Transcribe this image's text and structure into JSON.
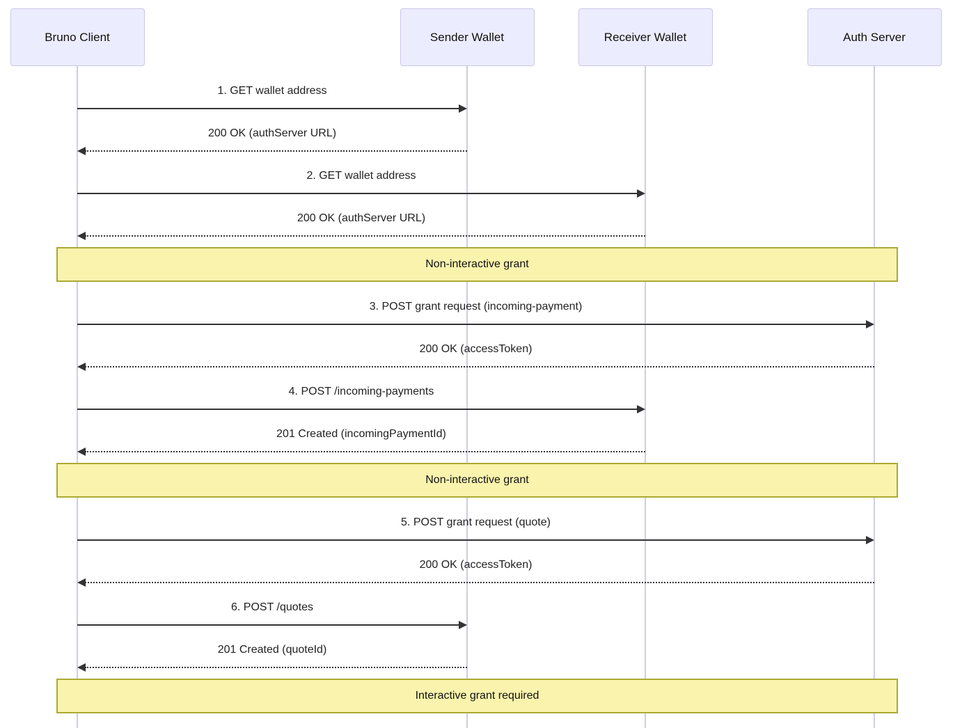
{
  "diagram": {
    "type": "sequence-diagram",
    "actors": [
      {
        "id": "bruno-client",
        "label": "Bruno Client"
      },
      {
        "id": "sender-wallet",
        "label": "Sender Wallet"
      },
      {
        "id": "receiver-wallet",
        "label": "Receiver Wallet"
      },
      {
        "id": "auth-server",
        "label": "Auth Server"
      }
    ],
    "items": [
      {
        "kind": "message",
        "from": 0,
        "to": 1,
        "style": "solid",
        "label": "1. GET wallet address"
      },
      {
        "kind": "message",
        "from": 1,
        "to": 0,
        "style": "dotted",
        "label": "200 OK (authServer URL)"
      },
      {
        "kind": "message",
        "from": 0,
        "to": 2,
        "style": "solid",
        "label": "2. GET wallet address"
      },
      {
        "kind": "message",
        "from": 2,
        "to": 0,
        "style": "dotted",
        "label": "200 OK (authServer URL)"
      },
      {
        "kind": "note",
        "label": "Non-interactive grant"
      },
      {
        "kind": "message",
        "from": 0,
        "to": 3,
        "style": "solid",
        "label": "3. POST grant request (incoming-payment)"
      },
      {
        "kind": "message",
        "from": 3,
        "to": 0,
        "style": "dotted",
        "label": "200 OK (accessToken)"
      },
      {
        "kind": "message",
        "from": 0,
        "to": 2,
        "style": "solid",
        "label": "4. POST /incoming-payments"
      },
      {
        "kind": "message",
        "from": 2,
        "to": 0,
        "style": "dotted",
        "label": "201 Created (incomingPaymentId)"
      },
      {
        "kind": "note",
        "label": "Non-interactive grant"
      },
      {
        "kind": "message",
        "from": 0,
        "to": 3,
        "style": "solid",
        "label": "5. POST grant request (quote)"
      },
      {
        "kind": "message",
        "from": 3,
        "to": 0,
        "style": "dotted",
        "label": "200 OK (accessToken)"
      },
      {
        "kind": "message",
        "from": 0,
        "to": 1,
        "style": "solid",
        "label": "6. POST /quotes"
      },
      {
        "kind": "message",
        "from": 1,
        "to": 0,
        "style": "dotted",
        "label": "201 Created (quoteId)"
      },
      {
        "kind": "note",
        "label": "Interactive grant required"
      }
    ],
    "colors": {
      "actor_fill": "#ECECFF",
      "actor_border": "#CCC7EA",
      "lifeline": "#D0CDE3",
      "note_fill": "#FAF3AD",
      "note_border": "#AAAA33",
      "arrow": "#333333",
      "text": "#222222"
    }
  }
}
